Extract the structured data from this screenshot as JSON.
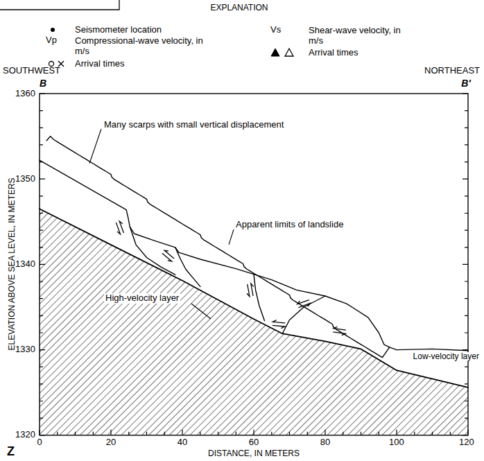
{
  "diagram": {
    "labels": [
      "EXPLANATION",
      "Vp",
      "Vs",
      "SOUTHWEST",
      "NORTHEAST",
      "B",
      "B'",
      "1360",
      "1350",
      "1340",
      "1330",
      "1320",
      "0",
      "20",
      "40",
      "60",
      "80",
      "100",
      "120",
      "ELEVATION ABOVE SEA LEVEL, IN METERS",
      "DISTANCE, IN METERS",
      "Many scarps with small vertical displacement",
      "Apparent limits of landslide",
      "High-velocity layer",
      "Low-velocity layer",
      "Z"
    ],
    "legend": [
      {
        "text": "Seismometer location"
      },
      {
        "text": "Compressional-wave velocity, in m/s"
      },
      {
        "text": "Shear-wave velocity, in m/s"
      },
      {
        "text": "Arrival times"
      },
      {
        "text": "Arrival times"
      }
    ]
  }
}
